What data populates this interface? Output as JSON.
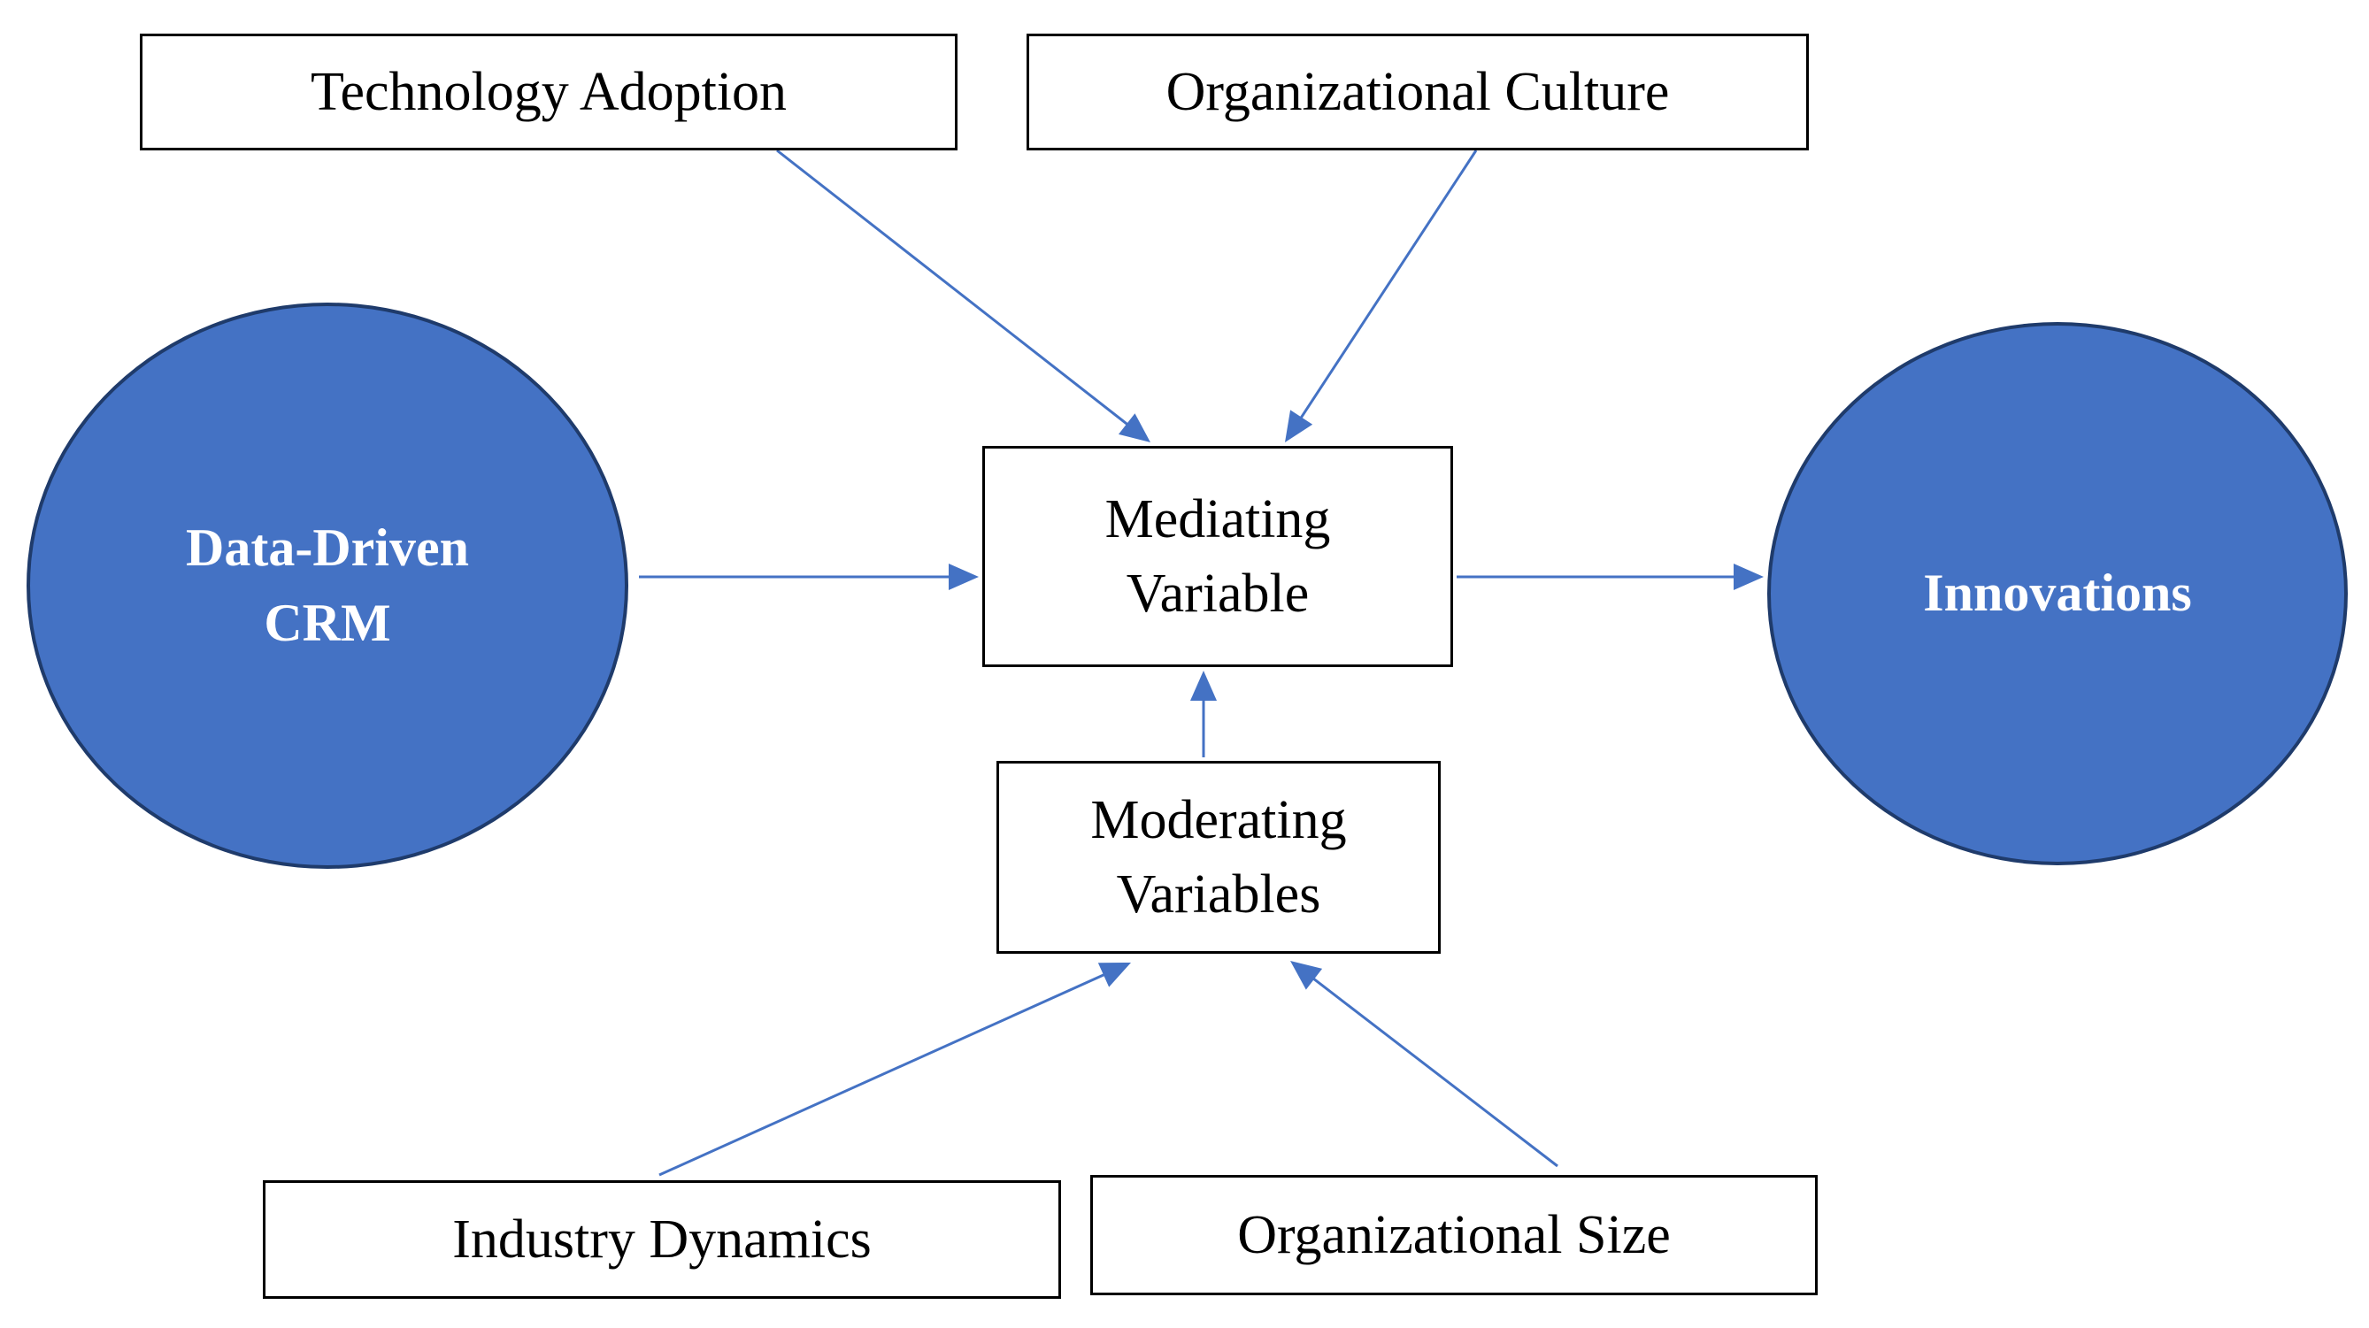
{
  "colors": {
    "oval_fill": "#4472c4",
    "oval_border": "#1f3b6b",
    "arrow": "#4472c4",
    "box_border": "#000000",
    "text": "#000000",
    "oval_text": "#ffffff"
  },
  "nodes": {
    "technology_adoption": "Technology Adoption",
    "organizational_culture": "Organizational Culture",
    "data_driven_crm": {
      "line1": "Data-Driven",
      "line2": "CRM"
    },
    "mediating_variable": {
      "line1": "Mediating",
      "line2": "Variable"
    },
    "innovations": "Innovations",
    "moderating_variables": {
      "line1": "Moderating",
      "line2": "Variables"
    },
    "industry_dynamics": "Industry Dynamics",
    "organizational_size": "Organizational Size"
  },
  "edges": [
    {
      "from": "technology_adoption",
      "to": "mediating_variable"
    },
    {
      "from": "organizational_culture",
      "to": "mediating_variable"
    },
    {
      "from": "data_driven_crm",
      "to": "mediating_variable"
    },
    {
      "from": "mediating_variable",
      "to": "innovations"
    },
    {
      "from": "moderating_variables",
      "to": "mediating_variable"
    },
    {
      "from": "industry_dynamics",
      "to": "moderating_variables"
    },
    {
      "from": "organizational_size",
      "to": "moderating_variables"
    }
  ]
}
